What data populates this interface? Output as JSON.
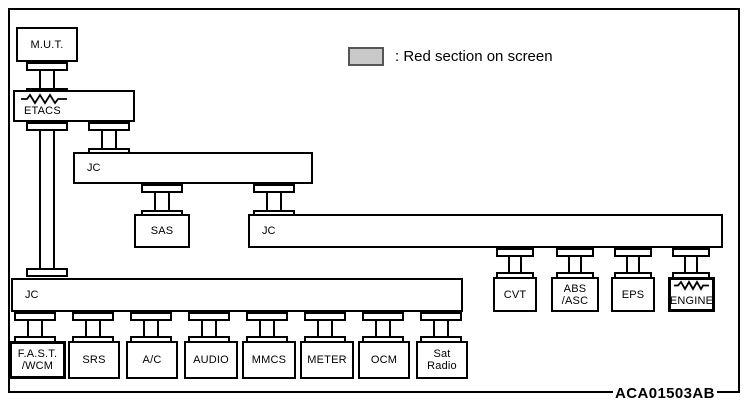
{
  "diagram": {
    "part_number": "ACA01503AB",
    "legend": {
      "swatch_color": "#c9c9c9",
      "text": ": Red section on screen"
    },
    "nodes": {
      "mut": "M.U.T.",
      "etacs": "ETACS",
      "jc_top": "JC",
      "sas": "SAS",
      "jc_mid": "JC",
      "jc_bottom": "JC",
      "cvt": "CVT",
      "abs_asc": "ABS\n/ASC",
      "eps": "EPS",
      "engine": "ENGINE",
      "fast_wcm": "F.A.S.T.\n/WCM",
      "srs": "SRS",
      "ac": "A/C",
      "audio": "AUDIO",
      "mmcs": "MMCS",
      "meter": "METER",
      "ocm": "OCM",
      "sat_radio": "Sat\nRadio"
    },
    "icons": {
      "etacs_symbol": "resistor-squiggle-icon",
      "engine_symbol": "resistor-squiggle-icon"
    },
    "colors": {
      "line": "#000000",
      "background": "#ffffff",
      "legend_swatch": "#c9c9c9"
    }
  }
}
